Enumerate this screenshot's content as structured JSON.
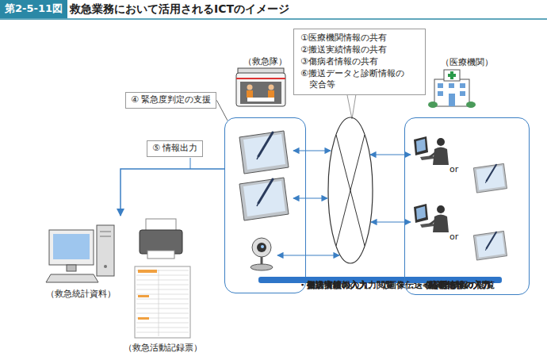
{
  "diagram": {
    "title": "救急業務において活用されるICTのイメージ",
    "nodes": [
      {
        "text": [
          "（救急隊）"
        ]
      },
      {
        "text": [
          "・搬送実績の入力、閲覧",
          "・傷病者情報の入力 （画像伝送等を含む）",
          "・初診情報の入力"
        ],
        "in": 0
      },
      {
        "text": [
          "（医療機関）"
        ]
      },
      {
        "text": [
          "・応需情報の入力",
          "・傷病者情報の閲覧",
          "・診断情報の入力"
        ],
        "in": 2
      },
      {
        "text": [
          "①医療機関情報の共有",
          "②搬送実績情報の共有",
          "③傷病者情報の共有",
          "⑥搬送データと診断情報の 突合等"
        ]
      },
      {
        "text": [
          "④ 緊急度判定の支援"
        ]
      },
      {
        "text": [
          "⑤ 情報出力"
        ]
      }
    ],
    "edges": [
      {
        "from": 5,
        "to": 0,
        "arrow": "none"
      }
    ],
    "labels": [
      "第2-5-11図",
      "or",
      "or",
      "（救急統計資料）",
      "（救急活動記録票）"
    ]
  }
}
